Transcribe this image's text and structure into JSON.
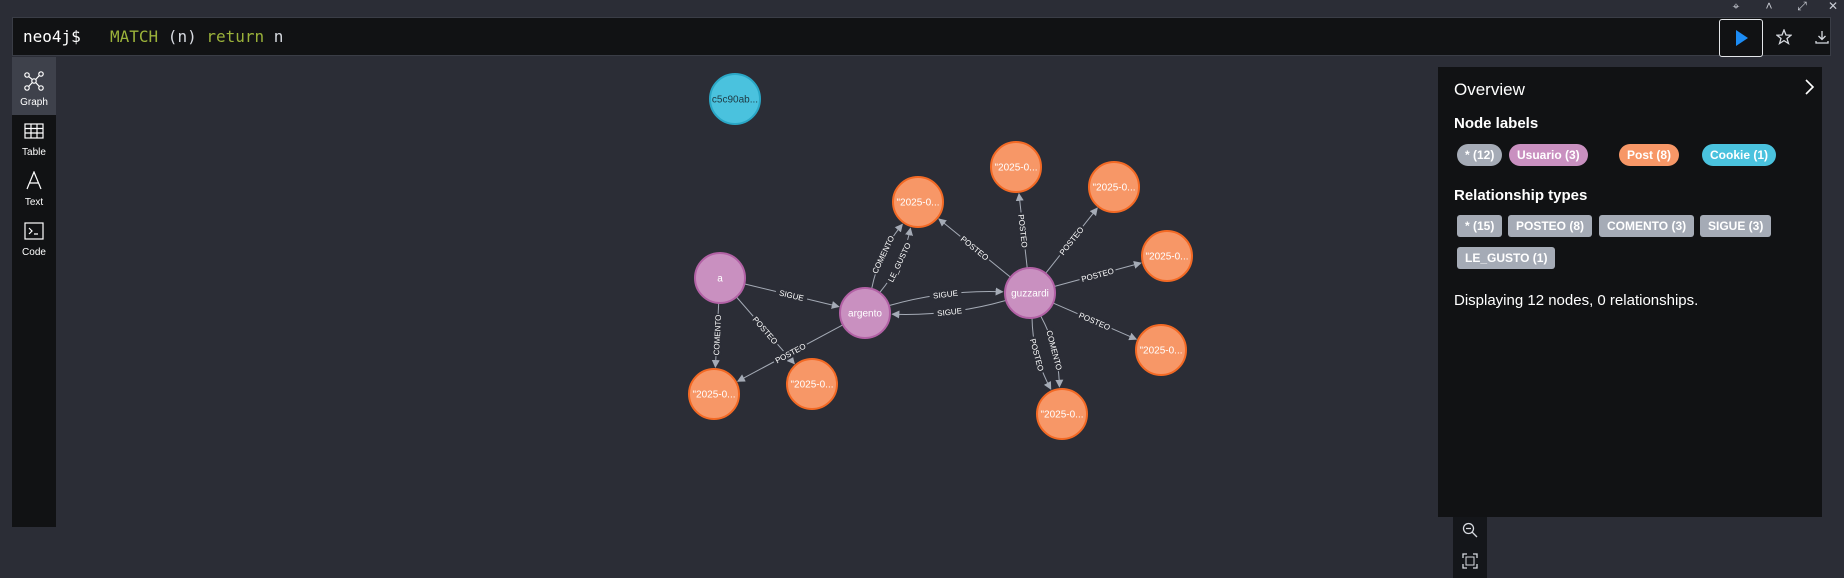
{
  "editor": {
    "prompt": "neo4j$",
    "query_kw1": "MATCH",
    "query_open": " (",
    "query_var": "n",
    "query_close": ") ",
    "query_kw2": "return",
    "query_tail": " n"
  },
  "sidebar": {
    "items": [
      {
        "label": "Graph",
        "icon": "graph-icon",
        "active": true
      },
      {
        "label": "Table",
        "icon": "table-icon",
        "active": false
      },
      {
        "label": "Text",
        "icon": "text-icon",
        "active": false
      },
      {
        "label": "Code",
        "icon": "code-icon",
        "active": false
      }
    ]
  },
  "graph": {
    "nodes": [
      {
        "id": "c1",
        "label": "c5c90ab...",
        "type": "Cookie"
      },
      {
        "id": "u_a",
        "label": "a",
        "type": "Usuario"
      },
      {
        "id": "u_arg",
        "label": "argento",
        "type": "Usuario"
      },
      {
        "id": "u_guz",
        "label": "guzzardi",
        "type": "Usuario"
      },
      {
        "id": "p1",
        "label": "\"2025-0...",
        "type": "Post"
      },
      {
        "id": "p2",
        "label": "\"2025-0...",
        "type": "Post"
      },
      {
        "id": "p3",
        "label": "\"2025-0...",
        "type": "Post"
      },
      {
        "id": "p4",
        "label": "\"2025-0...",
        "type": "Post"
      },
      {
        "id": "p5",
        "label": "\"2025-0...",
        "type": "Post"
      },
      {
        "id": "p6",
        "label": "\"2025-0...",
        "type": "Post"
      },
      {
        "id": "p7",
        "label": "\"2025-0...",
        "type": "Post"
      },
      {
        "id": "p8",
        "label": "\"2025-0...",
        "type": "Post"
      }
    ],
    "edges": [
      {
        "from": "u_a",
        "to": "u_arg",
        "label": "SIGUE"
      },
      {
        "from": "u_a",
        "to": "p5",
        "label": "POSTEO"
      },
      {
        "from": "u_a",
        "to": "p4",
        "label": "COMENTO"
      },
      {
        "from": "u_arg",
        "to": "p4",
        "label": "POSTEO"
      },
      {
        "from": "u_arg",
        "to": "p1",
        "label": "LE_GUSTO"
      },
      {
        "from": "u_arg",
        "to": "p1",
        "label": "COMENTO"
      },
      {
        "from": "u_arg",
        "to": "u_guz",
        "label": "SIGUE"
      },
      {
        "from": "u_guz",
        "to": "u_arg",
        "label": "SIGUE"
      },
      {
        "from": "u_guz",
        "to": "p1",
        "label": "POSTEO"
      },
      {
        "from": "u_guz",
        "to": "p2",
        "label": "POSTEO"
      },
      {
        "from": "u_guz",
        "to": "p3",
        "label": "POSTEO"
      },
      {
        "from": "u_guz",
        "to": "p6",
        "label": "POSTEO"
      },
      {
        "from": "u_guz",
        "to": "p7",
        "label": "POSTEO"
      },
      {
        "from": "u_guz",
        "to": "p8",
        "label": "POSTEO"
      },
      {
        "from": "u_guz",
        "to": "p8",
        "label": "COMENTO"
      }
    ],
    "colors": {
      "Cookie": "#4ac2de",
      "Usuario": "#c990c0",
      "Post": "#f79767",
      "CookieBorder": "#2aa7c6",
      "UsuarioBorder": "#b261a5",
      "PostBorder": "#f36924",
      "edge": "#a5abb6"
    }
  },
  "overview": {
    "title": "Overview",
    "node_labels_heading": "Node labels",
    "node_labels": [
      {
        "text": "* (12)",
        "color": "#a5abb6"
      },
      {
        "text": "Usuario (3)",
        "color": "#c990c0"
      },
      {
        "text": "Post (8)",
        "color": "#f79767"
      },
      {
        "text": "Cookie (1)",
        "color": "#4ac2de"
      }
    ],
    "rel_types_heading": "Relationship types",
    "rel_types": [
      {
        "text": "* (15)",
        "color": "#a5abb6"
      },
      {
        "text": "POSTEO (8)",
        "color": "#a5abb6"
      },
      {
        "text": "COMENTO (3)",
        "color": "#a5abb6"
      },
      {
        "text": "SIGUE (3)",
        "color": "#a5abb6"
      },
      {
        "text": "LE_GUSTO (1)",
        "color": "#a5abb6"
      }
    ],
    "summary": "Displaying 12 nodes, 0 relationships."
  }
}
